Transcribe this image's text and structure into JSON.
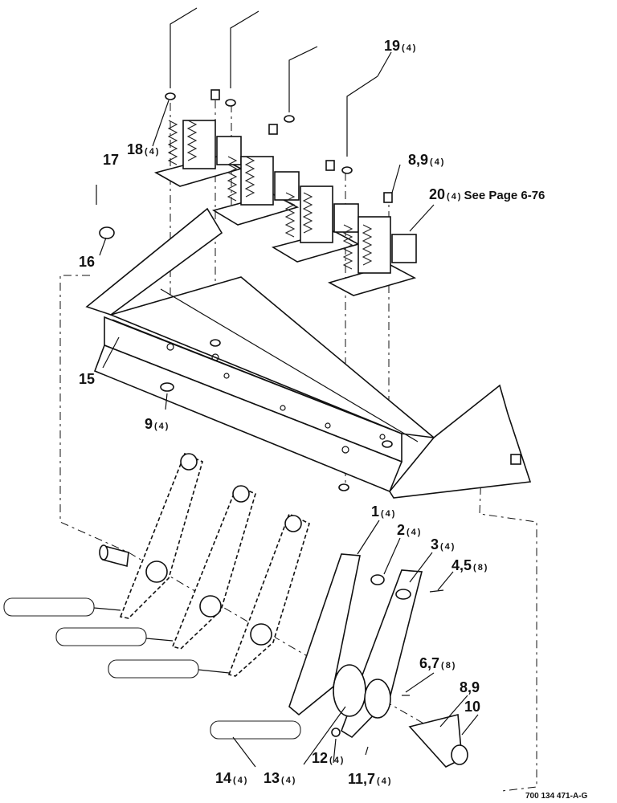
{
  "figure_code": "700 134 471-A-G",
  "callouts": [
    {
      "id": "c1",
      "num": "1",
      "qty": "(4)"
    },
    {
      "id": "c2",
      "num": "2",
      "qty": "(4)"
    },
    {
      "id": "c3",
      "num": "3",
      "qty": "(4)"
    },
    {
      "id": "c45",
      "num": "4,5",
      "qty": "(8)"
    },
    {
      "id": "c67",
      "num": "6,7",
      "qty": "(8)"
    },
    {
      "id": "c89a",
      "num": "8,9",
      "qty": ""
    },
    {
      "id": "c10",
      "num": "10",
      "qty": ""
    },
    {
      "id": "c1117",
      "num": "11,7",
      "qty": "(4)"
    },
    {
      "id": "c12",
      "num": "12",
      "qty": "(4)"
    },
    {
      "id": "c13",
      "num": "13",
      "qty": "(4)"
    },
    {
      "id": "c14",
      "num": "14",
      "qty": "(4)"
    },
    {
      "id": "c15",
      "num": "15",
      "qty": ""
    },
    {
      "id": "c16",
      "num": "16",
      "qty": ""
    },
    {
      "id": "c17",
      "num": "17",
      "qty": ""
    },
    {
      "id": "c18",
      "num": "18",
      "qty": "(4)"
    },
    {
      "id": "c19",
      "num": "19",
      "qty": "(4)"
    },
    {
      "id": "c89b",
      "num": "8,9",
      "qty": "(4)"
    },
    {
      "id": "c20",
      "num": "20",
      "qty": "(4)",
      "note": "See Page 6-76"
    },
    {
      "id": "c9",
      "num": "9",
      "qty": "(4)"
    }
  ]
}
